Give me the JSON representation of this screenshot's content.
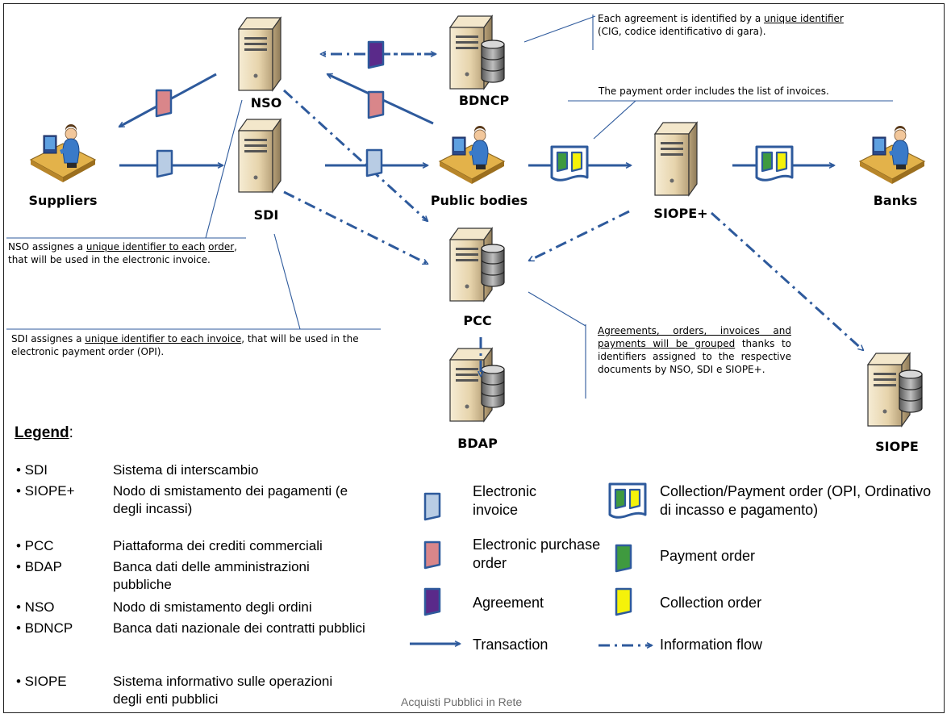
{
  "nodes": {
    "nso": "NSO",
    "bdncp": "BDNCP",
    "suppliers": "Suppliers",
    "sdi": "SDI",
    "public_bodies": "Public bodies",
    "siope_plus": "SIOPE+",
    "banks": "Banks",
    "pcc": "PCC",
    "bdap": "BDAP",
    "siope": "SIOPE"
  },
  "notes": {
    "agreement_pre": "Each agreement is identified  by a ",
    "agreement_u": "unique identifier",
    "agreement_post": "(CIG, codice identificativo  di gara).",
    "payment_order": "The payment order includes  the list of invoices.",
    "nso_pre": "NSO assignes a ",
    "nso_u1": "unique identifier to each",
    "nso_u2": "order",
    "nso_post": ", that will be used in the electronic invoice.",
    "sdi_pre": "SDI assignes a ",
    "sdi_u": "unique identifier to each invoice",
    "sdi_post": ",  that will be used in the electronic  payment order (OPI).",
    "grouped_u": "Agreements, orders, invoices and payments will be grouped",
    "grouped_post": " thanks to identifiers assigned to the respective documents by NSO, SDI e SIOPE+."
  },
  "legend": {
    "title": "Legend",
    "colon": ":",
    "items": [
      {
        "abbr": "• SDI",
        "desc": "Sistema di interscambio"
      },
      {
        "abbr": "• SIOPE+",
        "desc": "Nodo di smistamento dei pagamenti (e degli incassi)"
      },
      {
        "abbr": "• PCC",
        "desc": "Piattaforma  dei crediti commerciali"
      },
      {
        "abbr": "• BDAP",
        "desc": "Banca dati delle amministrazioni pubbliche"
      },
      {
        "abbr": "• NSO",
        "desc": "Nodo di smistamento degli ordini"
      },
      {
        "abbr": "• BDNCP",
        "desc": "Banca dati nazionale dei contratti pubblici"
      },
      {
        "abbr": "• SIOPE",
        "desc": "Sistema informativo sulle operazioni degli enti pubblici"
      }
    ]
  },
  "key": {
    "electronic_invoice": "Electronic invoice",
    "purchase_order": "Electronic purchase order",
    "agreement": "Agreement",
    "transaction": "Transaction",
    "collection_payment": "Collection/Payment order (OPI, Ordinativo di incasso e pagamento)",
    "payment_order": "Payment order",
    "collection_order": "Collection order",
    "information_flow": "Information flow"
  },
  "footer": "Acquisti Pubblici in Rete",
  "colors": {
    "arrow": "#2e5a9c",
    "invoice": "#b8cce4",
    "purchase_order": "#d9868a",
    "agreement": "#5a2a8a",
    "payment_green": "#3f9a3f",
    "collection_yellow": "#f5f20a",
    "server_body": "#e8d9b8"
  }
}
